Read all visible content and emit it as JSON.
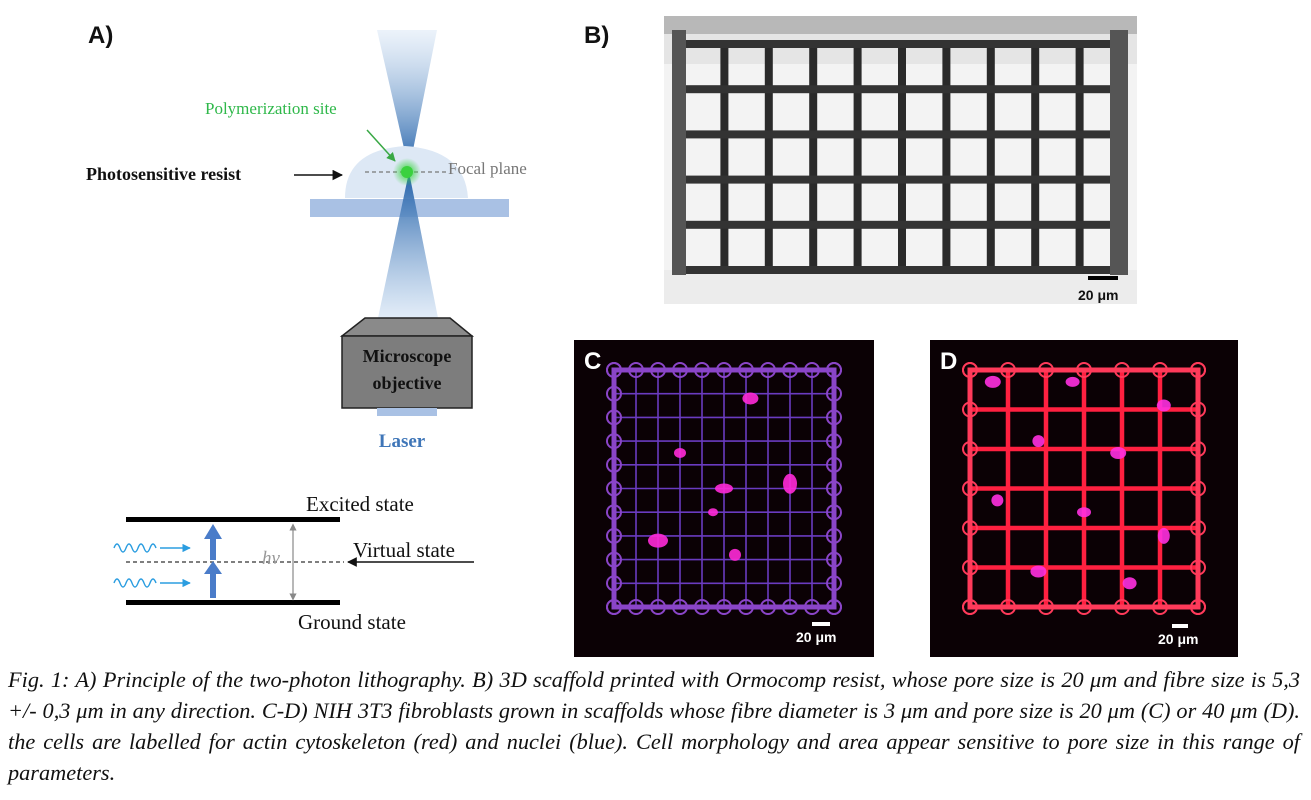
{
  "panels": {
    "a": {
      "label": "A)",
      "polymerization_site": "Polymerization site",
      "photosensitive_resist": "Photosensitive resist",
      "focal_plane": "Focal plane",
      "objective_line1": "Microscope",
      "objective_line2": "objective",
      "laser": "Laser",
      "excited_state": "Excited state",
      "virtual_state": "Virtual state",
      "ground_state": "Ground state",
      "hv": "hν"
    },
    "b": {
      "label": "B)",
      "scale_bar": "20 μm"
    },
    "c": {
      "label": "C",
      "scale_bar": "20 μm"
    },
    "d": {
      "label": "D",
      "scale_bar": "20 μm"
    }
  },
  "caption": "Fig. 1: A) Principle of the two-photon lithography. B) 3D scaffold printed with Ormocomp resist, whose pore size is 20 μm and fibre size is 5,3 +/- 0,3 μm in any direction. C-D) NIH 3T3 fibroblasts grown in  scaffolds whose fibre diameter is 3 μm and pore size is 20 μm (C) or 40 μm (D). the cells are labelled for actin cytoskeleton (red) and nuclei (blue). Cell morphology and area appear sensitive to pore size in this range of parameters.",
  "colors": {
    "beam": "#2f6fb5",
    "resist": "#d6e3f3",
    "substrate": "#a8c0e3",
    "objective": "#7a7a7a",
    "polymerization": "#3ccf3c",
    "laser_label": "#3f76b8",
    "arrow": "#4a7cc9",
    "scaffold_c": "#7e3fc7",
    "scaffold_d": "#ff2a4a"
  }
}
